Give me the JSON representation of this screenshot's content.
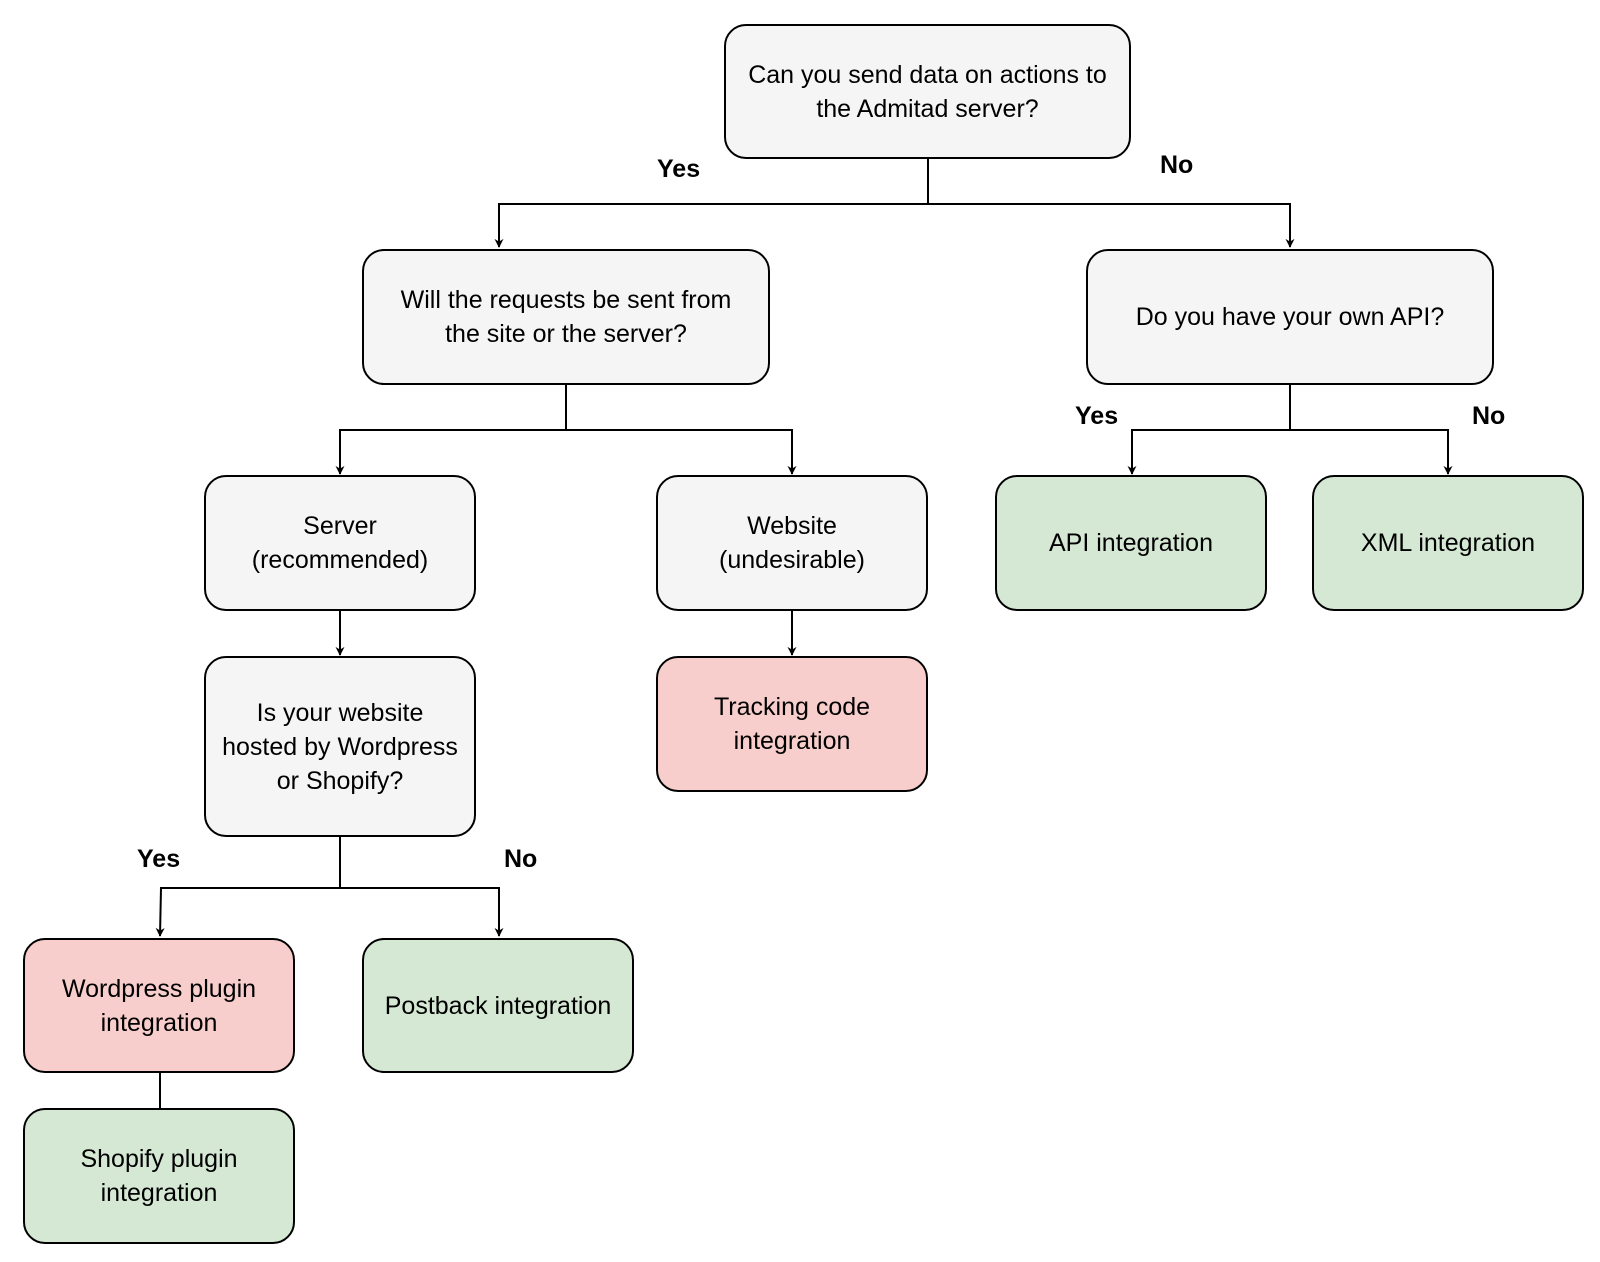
{
  "colors": {
    "question": "#f5f5f5",
    "recommended": "#d5e8d4",
    "undesirable": "#f8cecc",
    "line": "#000000"
  },
  "nodes": {
    "q_send": "Can you send data on actions to\nthe Admitad server?",
    "q_source": "Will the requests be sent from\nthe site or the server?",
    "q_api": "Do you have your own API?",
    "server": "Server\n(recommended)",
    "website": "Website\n(undesirable)",
    "api_integration": "API integration",
    "xml_integration": "XML integration",
    "q_hosted": "Is your website\nhosted by Wordpress\nor Shopify?",
    "tracking": "Tracking code\nintegration",
    "wordpress": "Wordpress plugin\nintegration",
    "postback": "Postback integration",
    "shopify": "Shopify plugin\nintegration"
  },
  "labels": {
    "send_yes": "Yes",
    "send_no": "No",
    "api_yes": "Yes",
    "api_no": "No",
    "hosted_yes": "Yes",
    "hosted_no": "No"
  }
}
